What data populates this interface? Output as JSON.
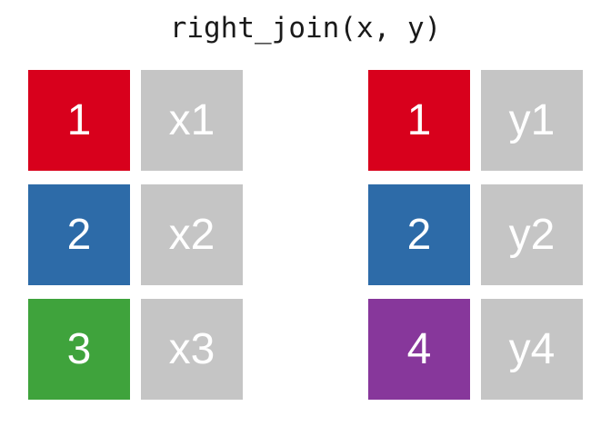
{
  "title": "right_join(x, y)",
  "colors": {
    "red": "#D8001C",
    "blue": "#2D6BA8",
    "green": "#3FA33C",
    "purple": "#87379B",
    "value_bg": "#C5C5C5",
    "cell_text": "#FFFFFF",
    "title_text": "#1A1A1A",
    "background": "#FFFFFF"
  },
  "tables": {
    "x": {
      "rows": [
        {
          "key": "1",
          "value": "x1",
          "key_color": "#D8001C"
        },
        {
          "key": "2",
          "value": "x2",
          "key_color": "#2D6BA8"
        },
        {
          "key": "3",
          "value": "x3",
          "key_color": "#3FA33C"
        }
      ]
    },
    "y": {
      "rows": [
        {
          "key": "1",
          "value": "y1",
          "key_color": "#D8001C"
        },
        {
          "key": "2",
          "value": "y2",
          "key_color": "#2D6BA8"
        },
        {
          "key": "4",
          "value": "y4",
          "key_color": "#87379B"
        }
      ]
    }
  }
}
